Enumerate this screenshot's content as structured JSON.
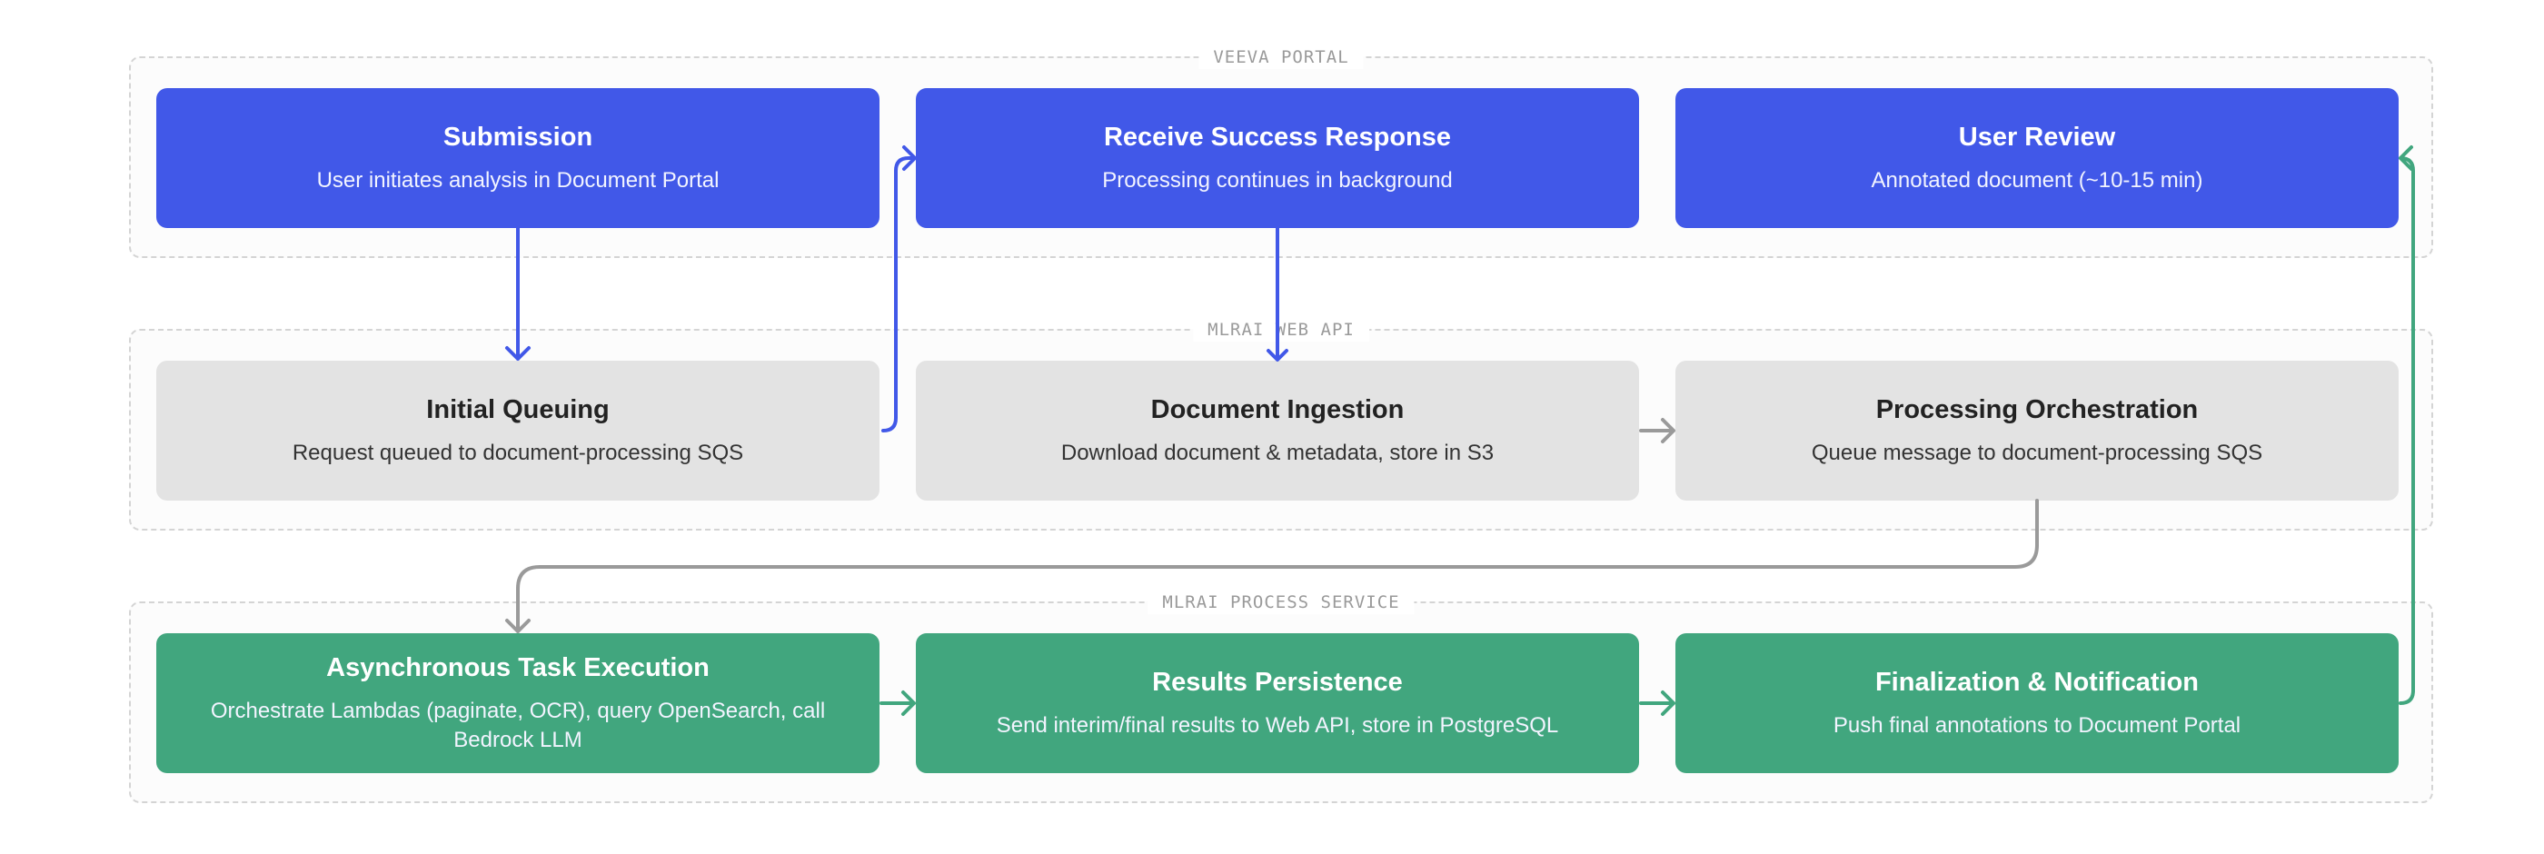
{
  "lanes": {
    "portal": "VEEVA PORTAL",
    "webapi": "MLRAI WEB API",
    "process": "MLRAI PROCESS SERVICE"
  },
  "nodes": {
    "submission": {
      "title": "Submission",
      "desc": "User initiates analysis in Document Portal"
    },
    "receive_success": {
      "title": "Receive Success Response",
      "desc": "Processing continues in background"
    },
    "user_review": {
      "title": "User Review",
      "desc": "Annotated document (~10-15 min)"
    },
    "initial_queuing": {
      "title": "Initial Queuing",
      "desc": "Request queued to document-processing SQS"
    },
    "document_ingestion": {
      "title": "Document Ingestion",
      "desc": "Download document & metadata, store in S3"
    },
    "processing_orchestration": {
      "title": "Processing Orchestration",
      "desc": "Queue message to document-processing SQS"
    },
    "async_execution": {
      "title": "Asynchronous Task Execution",
      "desc": "Orchestrate Lambdas (paginate, OCR), query OpenSearch, call Bedrock LLM"
    },
    "results_persistence": {
      "title": "Results Persistence",
      "desc": "Send interim/final results to Web API, store in PostgreSQL"
    },
    "finalization": {
      "title": "Finalization & Notification",
      "desc": "Push final annotations to Document Portal"
    }
  },
  "colors": {
    "portal": "#4158e8",
    "webapi": "#e3e3e3",
    "process": "#41a67e",
    "connector_gray": "#9a9a9a"
  }
}
